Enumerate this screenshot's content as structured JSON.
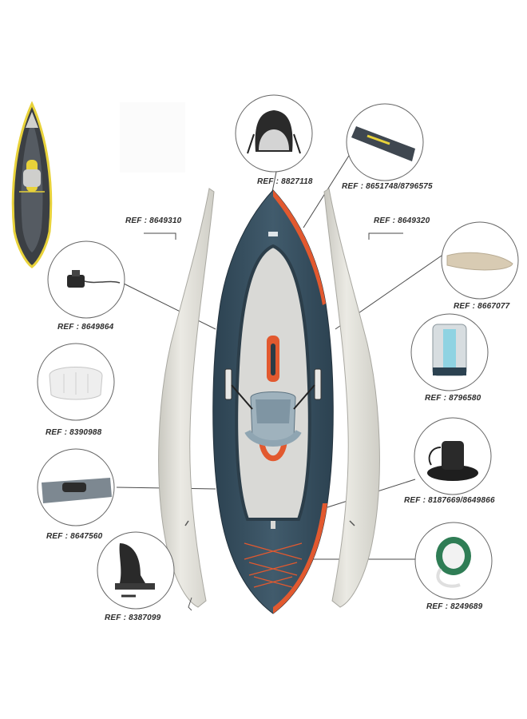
{
  "parts": [
    {
      "id": "seat-backrest",
      "ref": "REF : 8827118"
    },
    {
      "id": "paddle-blade",
      "ref": "REF : 8651748/8796575"
    },
    {
      "id": "left-tube",
      "ref": "REF : 8649310"
    },
    {
      "id": "right-tube",
      "ref": "REF : 8649320"
    },
    {
      "id": "floor-cushion",
      "ref": "REF : 8667077"
    },
    {
      "id": "valve",
      "ref": "REF : 8649864"
    },
    {
      "id": "carry-bag",
      "ref": "REF : 8796580"
    },
    {
      "id": "seat-cushion",
      "ref": "REF : 8390988"
    },
    {
      "id": "drain-valve",
      "ref": "REF : 8187669/8649866"
    },
    {
      "id": "fin-plate",
      "ref": "REF : 8647560"
    },
    {
      "id": "repair-tape",
      "ref": "REF : 8249689"
    },
    {
      "id": "skeg-fin",
      "ref": "REF : 8387099"
    }
  ],
  "colors": {
    "hull": "#3a5364",
    "floor": "#d9d9d6",
    "accent": "#e2592f",
    "tube": "#e3e2dc",
    "preview_outline": "#e8d23a"
  }
}
